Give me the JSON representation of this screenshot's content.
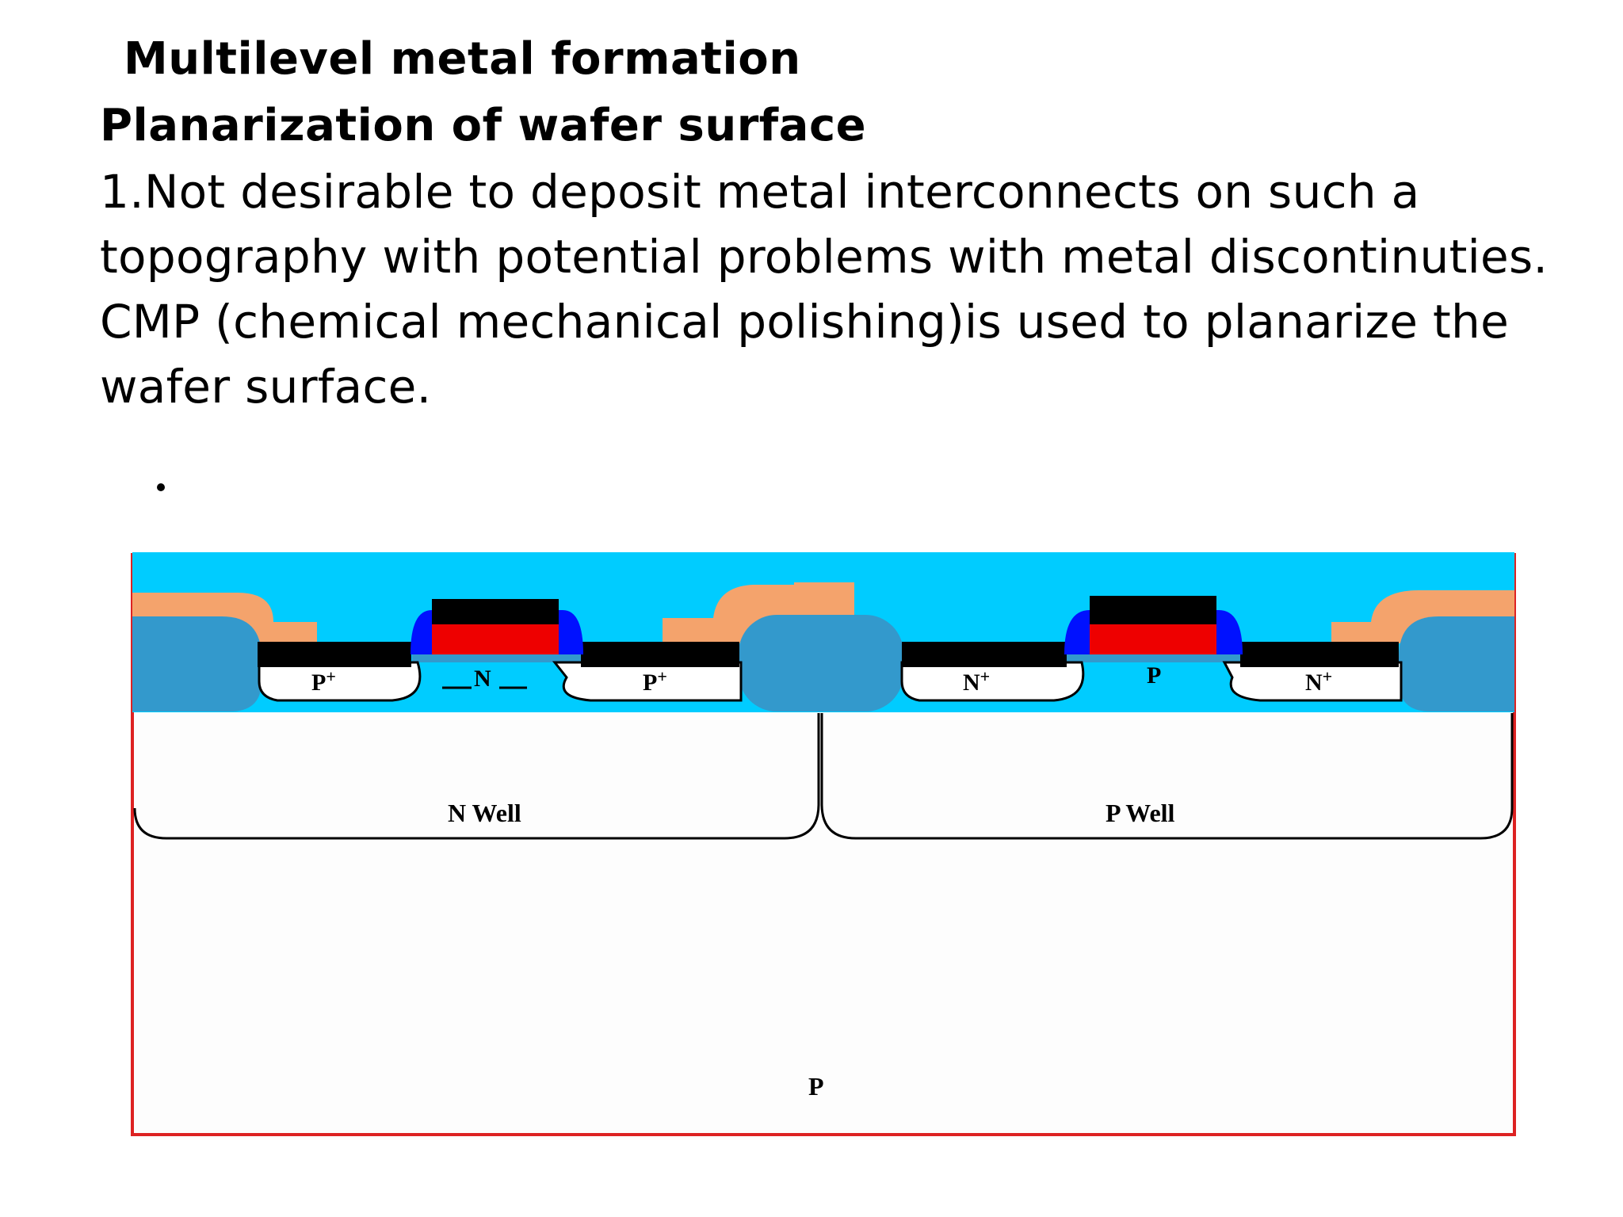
{
  "heading": "Multilevel metal formation",
  "subheading": "Planarization of wafer surface",
  "body_lines": [
    "1.Not desirable to deposit metal interconnects on such a",
    "topography with potential problems with metal discontinuties.",
    "CMP (chemical mechanical polishing)is used to planarize the",
    "wafer surface."
  ],
  "diagram": {
    "labels": {
      "p_plus_left": "P",
      "n_channel": "N",
      "p_plus_right": "P",
      "n_plus_left": "N",
      "p_channel": "P",
      "n_plus_right": "N",
      "plus": "+",
      "n_well": "N Well",
      "p_well": "P Well",
      "substrate": "P"
    },
    "colors": {
      "planarized_oxide": "#00ccff",
      "field_oxide": "#3399cc",
      "metal": "#f4a36c",
      "contact": "#000000",
      "gate_poly": "#ee0000",
      "spacer": "#0011ff",
      "substrate_border": "#dd2222"
    }
  }
}
